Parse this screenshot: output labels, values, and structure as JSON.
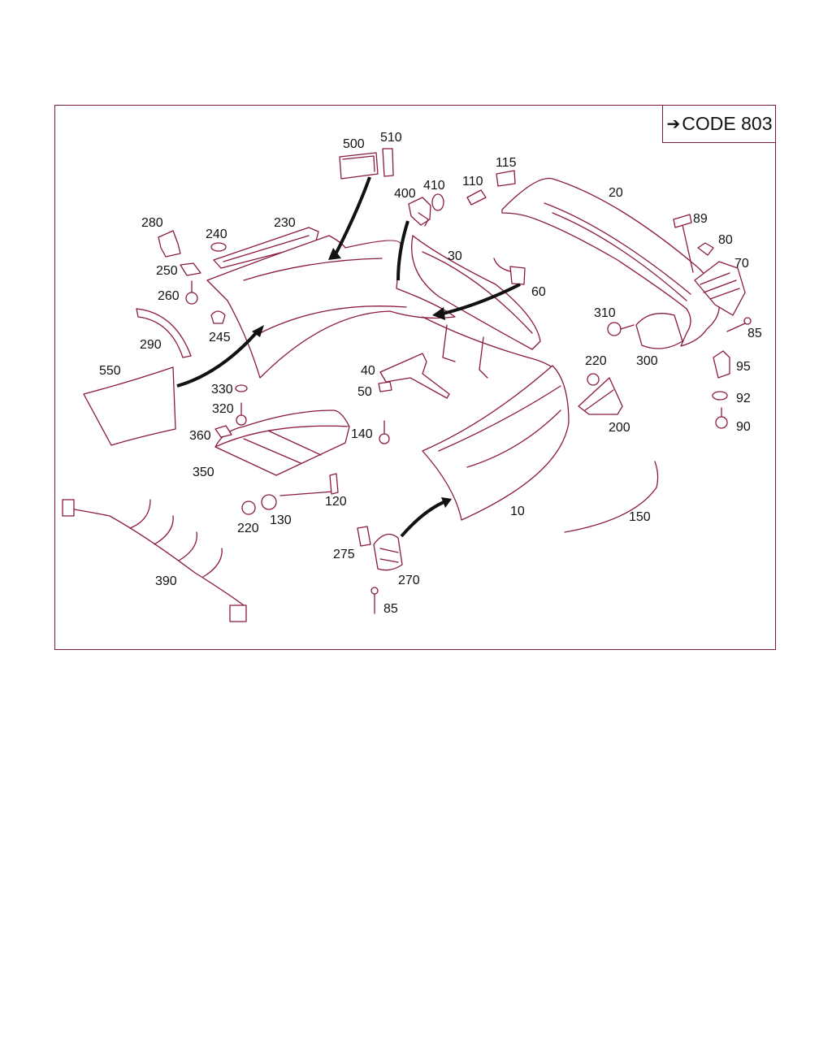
{
  "header": {
    "code_label": "CODE 803",
    "arrow_icon": "right-arrow-icon"
  },
  "colors": {
    "frame": "#7a1c3a",
    "line": "#8a1a3c",
    "text": "#111111"
  },
  "parts": [
    {
      "id": "p500",
      "label": "500"
    },
    {
      "id": "p510",
      "label": "510"
    },
    {
      "id": "p280",
      "label": "280"
    },
    {
      "id": "p240",
      "label": "240"
    },
    {
      "id": "p230",
      "label": "230"
    },
    {
      "id": "p250",
      "label": "250"
    },
    {
      "id": "p260",
      "label": "260"
    },
    {
      "id": "p245",
      "label": "245"
    },
    {
      "id": "p290",
      "label": "290"
    },
    {
      "id": "p550",
      "label": "550"
    },
    {
      "id": "p330",
      "label": "330"
    },
    {
      "id": "p320",
      "label": "320"
    },
    {
      "id": "p360",
      "label": "360"
    },
    {
      "id": "p350",
      "label": "350"
    },
    {
      "id": "p390",
      "label": "390"
    },
    {
      "id": "p220a",
      "label": "220"
    },
    {
      "id": "p130",
      "label": "130"
    },
    {
      "id": "p120",
      "label": "120"
    },
    {
      "id": "p140",
      "label": "140"
    },
    {
      "id": "p40",
      "label": "40"
    },
    {
      "id": "p50",
      "label": "50"
    },
    {
      "id": "p400",
      "label": "400"
    },
    {
      "id": "p410",
      "label": "410"
    },
    {
      "id": "p30",
      "label": "30"
    },
    {
      "id": "p110",
      "label": "110"
    },
    {
      "id": "p115",
      "label": "115"
    },
    {
      "id": "p60",
      "label": "60"
    },
    {
      "id": "p20",
      "label": "20"
    },
    {
      "id": "p89",
      "label": "89"
    },
    {
      "id": "p80",
      "label": "80"
    },
    {
      "id": "p70",
      "label": "70"
    },
    {
      "id": "p85a",
      "label": "85"
    },
    {
      "id": "p310",
      "label": "310"
    },
    {
      "id": "p300",
      "label": "300"
    },
    {
      "id": "p220b",
      "label": "220"
    },
    {
      "id": "p200",
      "label": "200"
    },
    {
      "id": "p95",
      "label": "95"
    },
    {
      "id": "p92",
      "label": "92"
    },
    {
      "id": "p90",
      "label": "90"
    },
    {
      "id": "p10",
      "label": "10"
    },
    {
      "id": "p150",
      "label": "150"
    },
    {
      "id": "p275",
      "label": "275"
    },
    {
      "id": "p270",
      "label": "270"
    },
    {
      "id": "p85b",
      "label": "85"
    }
  ]
}
